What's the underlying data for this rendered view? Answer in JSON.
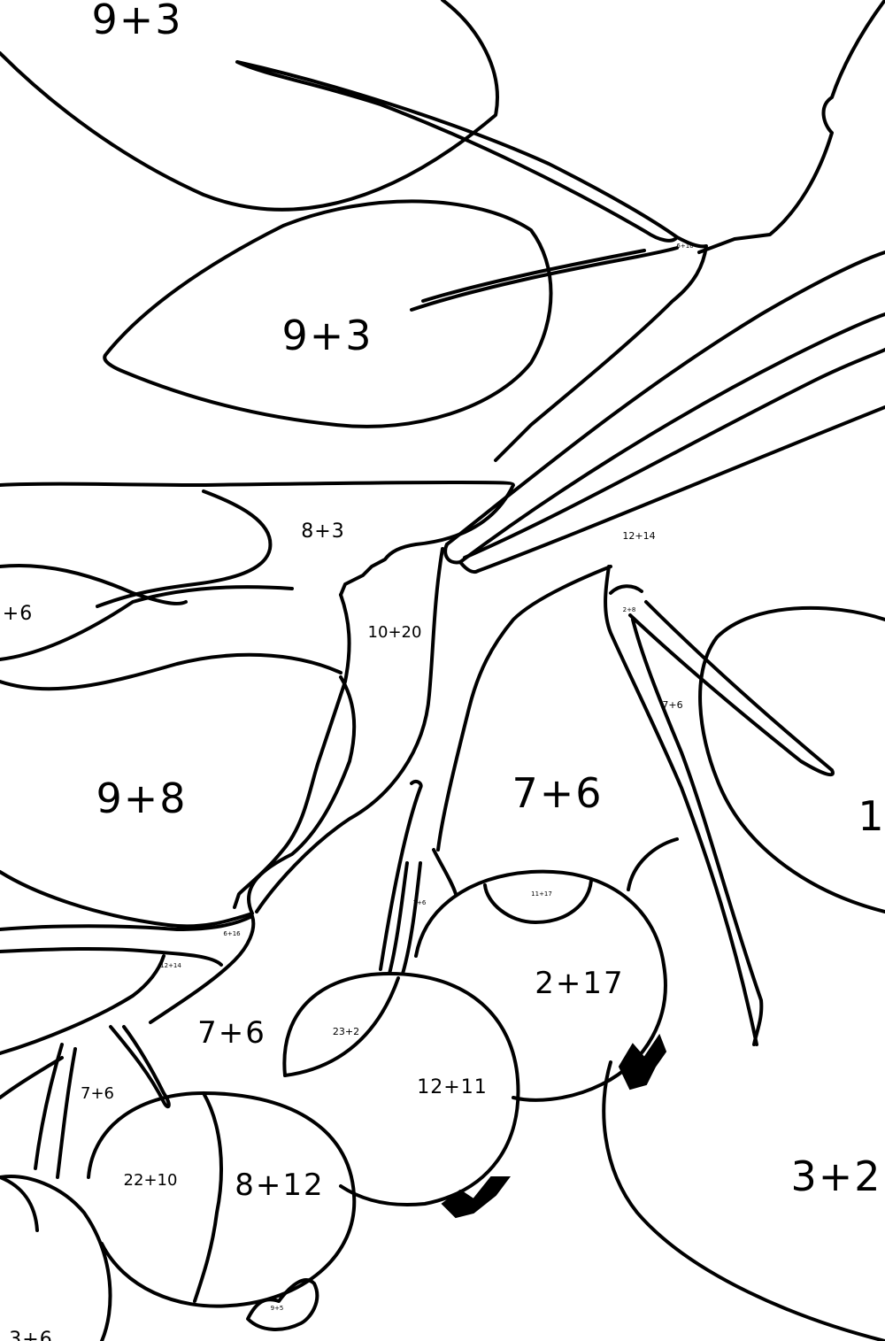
{
  "labels": {
    "top_leaf": "9+3",
    "upper_leaf": "9+3",
    "leaf_8_3": "8+3",
    "left_edge_6": "+6",
    "stem_10_20": "10+20",
    "leaf_9_8": "9+8",
    "bg_7_6_large": "7+6",
    "tiny_12_14_top": "12+14",
    "tiny_2_8": "2+8",
    "stem_7_6_right": "7+6",
    "right_edge_1": "1",
    "tiny_6_16": "6+16",
    "berry_top_11_17": "11+17",
    "stem_7_6_small": "7+6",
    "berry_2_17": "2+17",
    "berry_23_2": "23+2",
    "berry_12_11": "12+11",
    "tiny_12_14_left": "12+14",
    "tiny_6_16_left": "6+16",
    "bg_7_6_mid": "7+6",
    "stem_7_6_left": "7+6",
    "berry_22_10": "22+10",
    "berry_8_12": "8+12",
    "tiny_9_5": "9+5",
    "right_edge_3_2": "3+2",
    "bottom_left_3_6": "3+6"
  }
}
